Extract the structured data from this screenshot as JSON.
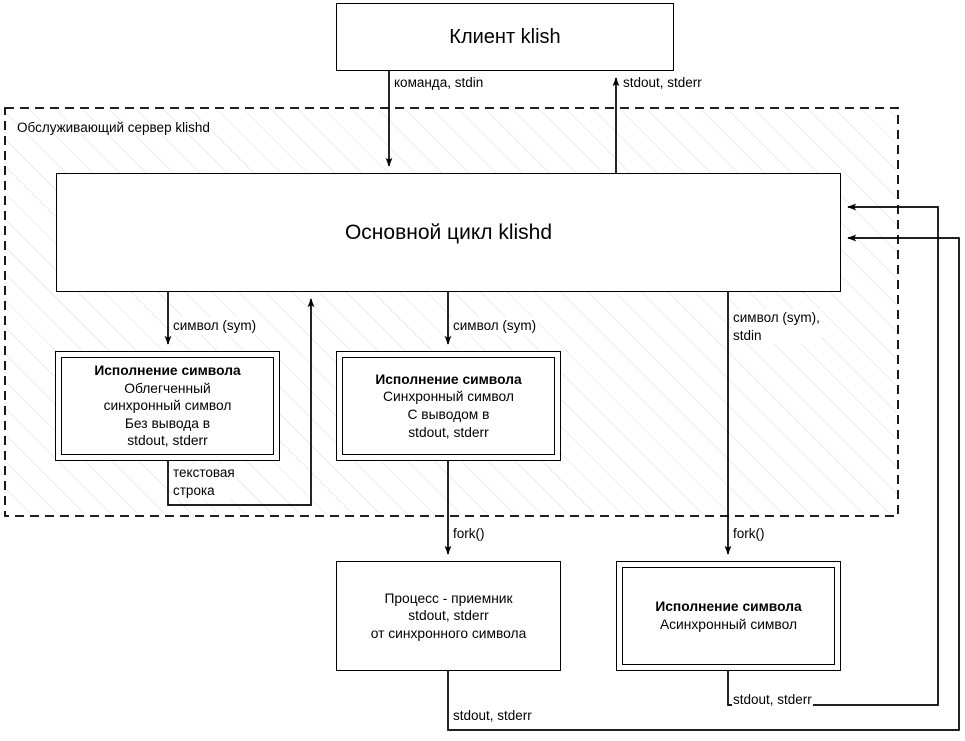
{
  "diagram": {
    "title": "klishd architecture flow",
    "zone": {
      "label": "Обслуживающий сервер klishd"
    },
    "colors": {
      "stroke": "#000000",
      "fill": "#ffffff",
      "hatch": "#d9d9d9",
      "text": "#000000"
    },
    "nodes": {
      "client": {
        "label": "Клиент klish"
      },
      "mainloop": {
        "label": "Основной цикл klishd"
      },
      "sym_light": {
        "title": "Исполнение символа",
        "line1": "Облегченный",
        "line2": "синхронный символ",
        "line3": "Без вывода в",
        "line4": "stdout, stderr"
      },
      "sym_sync": {
        "title": "Исполнение символа",
        "line1": "Синхронный символ",
        "line2": "С выводом в",
        "line3": "stdout, stderr"
      },
      "proc_recv": {
        "line1": "Процесс - приемник",
        "line2": "stdout, stderr",
        "line3": "от синхронного символа"
      },
      "sym_async": {
        "title": "Исполнение символа",
        "line1": "Асинхронный символ"
      }
    },
    "edges": [
      {
        "id": "client-to-mainloop",
        "label": "команда, stdin"
      },
      {
        "id": "mainloop-to-client",
        "label": "stdout, stderr"
      },
      {
        "id": "mainloop-to-sym-light",
        "label": "символ (sym)"
      },
      {
        "id": "mainloop-to-sym-sync",
        "label": "символ (sym)"
      },
      {
        "id": "mainloop-to-sym-async",
        "label": "символ (sym),\nstdin"
      },
      {
        "id": "sym-light-to-mainloop",
        "label": "текстовая\nстрока"
      },
      {
        "id": "sym-sync-fork",
        "label": "fork()"
      },
      {
        "id": "sym-async-fork",
        "label": "fork()"
      },
      {
        "id": "proc-recv-return",
        "label": "stdout, stderr"
      },
      {
        "id": "sym-async-return",
        "label": "stdout, stderr"
      }
    ]
  }
}
